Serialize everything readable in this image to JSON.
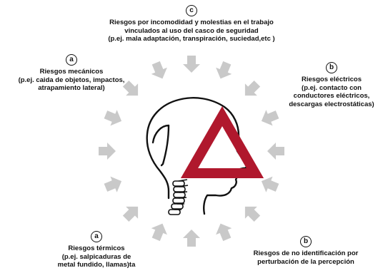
{
  "colors": {
    "arrow": "#c9c9c9",
    "triangle": "#b0182d",
    "outline": "#111111"
  },
  "risks": {
    "top": {
      "letter": "c",
      "lines": [
        "Riesgos por incomodidad y molestias en el trabajo",
        "vinculados al uso del casco de seguridad",
        "(p.ej. mala adaptación, transpiración, suciedad,etc )"
      ]
    },
    "upper_left": {
      "letter": "a",
      "lines": [
        "Riesgos mecánicos",
        "(p.ej. caida de objetos, impactos,",
        "atrapamiento lateral)"
      ]
    },
    "upper_right": {
      "letter": "b",
      "lines": [
        "Riesgos eléctricos",
        "(p.ej. contacto con",
        "conductores eléctricos,",
        "descargas electrostáticas)"
      ]
    },
    "lower_left": {
      "letter": "a",
      "lines": [
        "Riesgos térmicos",
        "(p.ej. salpicaduras de",
        "metal fundido, llamas)ta"
      ]
    },
    "lower_right": {
      "letter": "b",
      "lines": [
        "Riesgos de no identificación por",
        "perturbación de la percepción"
      ]
    }
  },
  "center_graphic": {
    "icons": [
      "head-silhouette-icon",
      "warning-triangle-icon"
    ]
  }
}
